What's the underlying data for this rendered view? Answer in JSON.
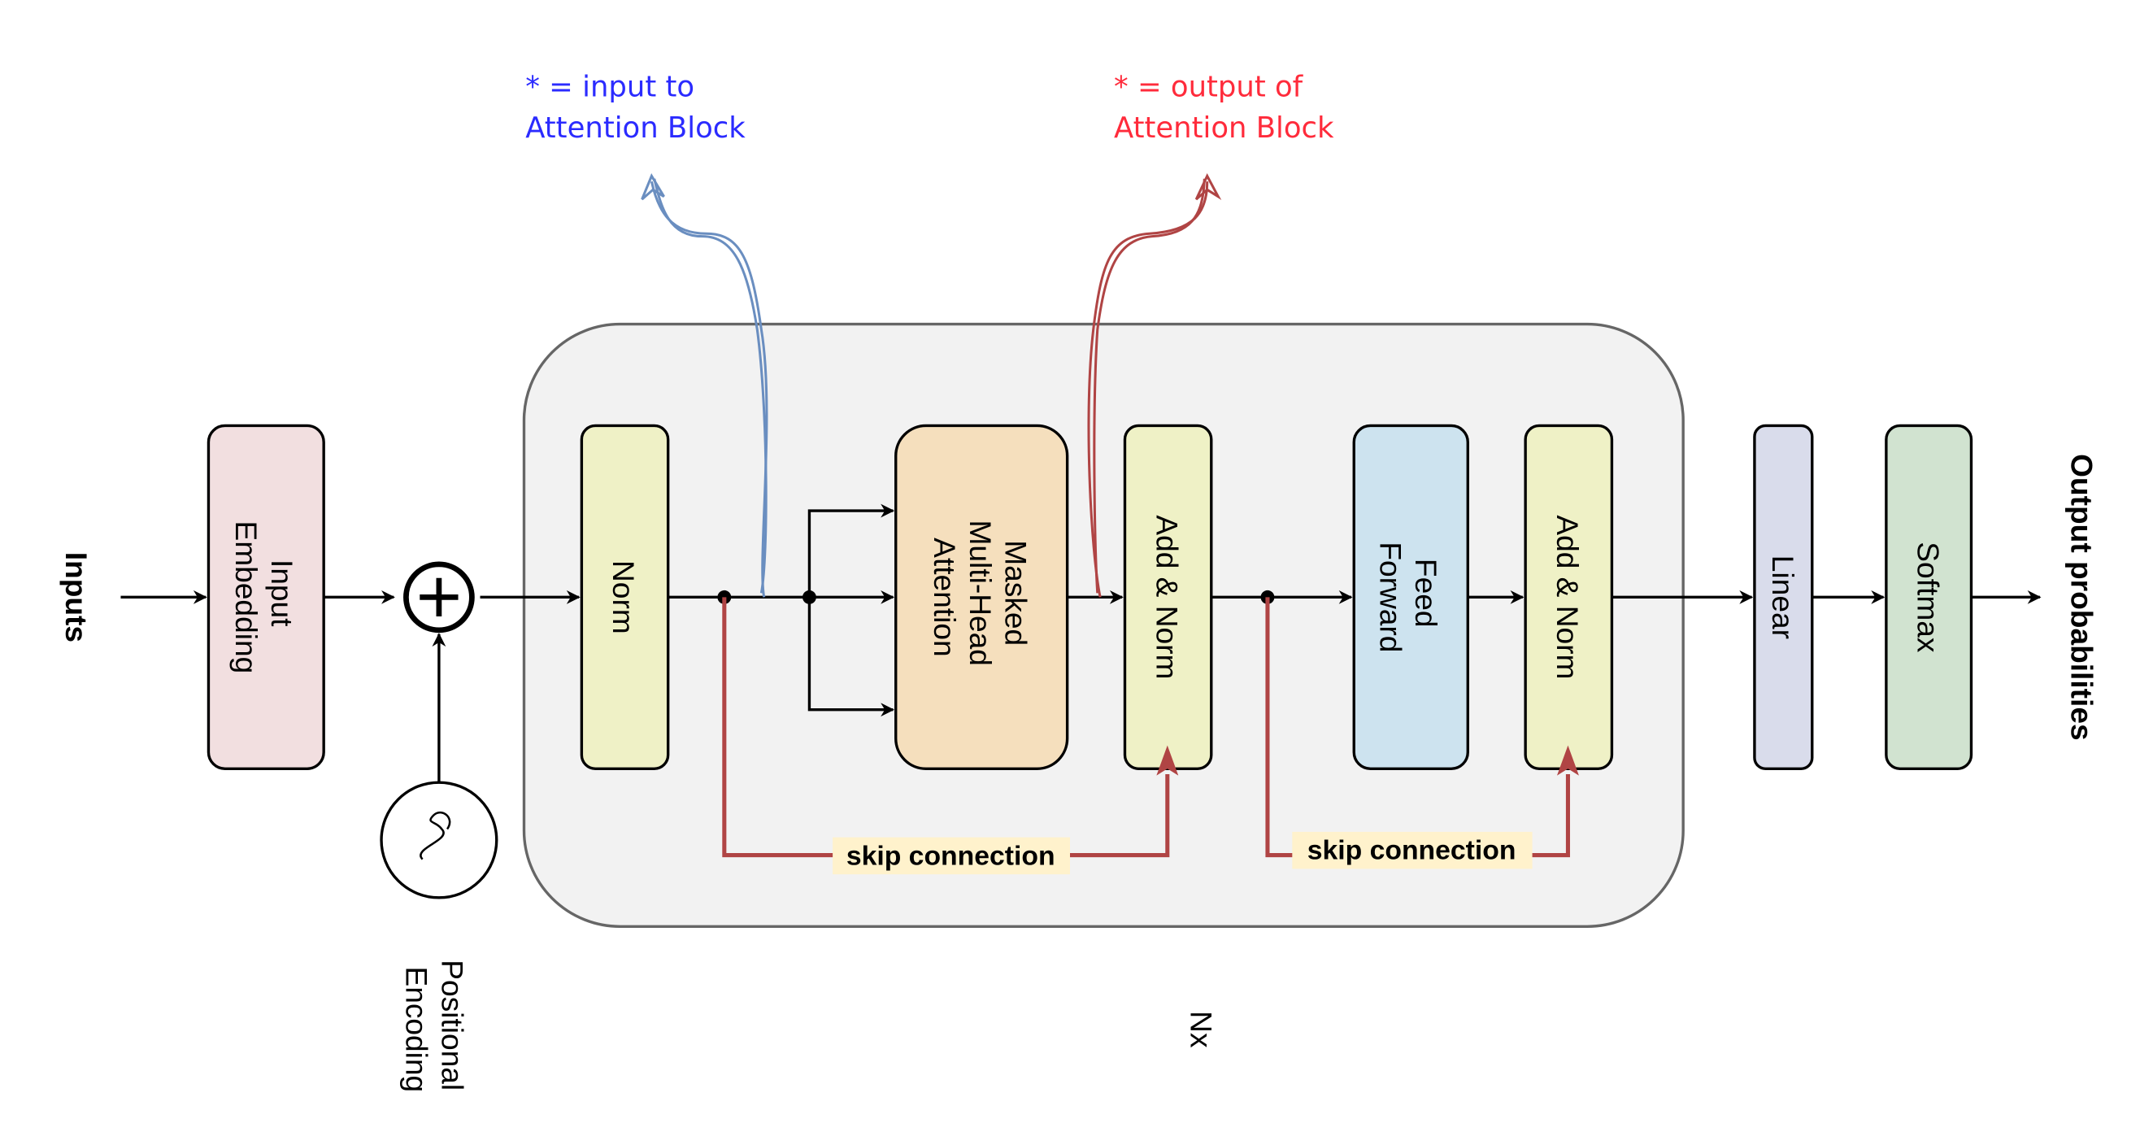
{
  "labels": {
    "inputs": "Inputs",
    "input_embedding": [
      "Input",
      "Embedding"
    ],
    "positional_encoding": [
      "Positional",
      "Encoding"
    ],
    "norm": "Norm",
    "attention": [
      "Masked",
      "Multi-Head",
      "Attention"
    ],
    "add_norm_1": "Add & Norm",
    "feed_forward": [
      "Feed",
      "Forward"
    ],
    "add_norm_2": "Add & Norm",
    "linear": "Linear",
    "softmax": "Softmax",
    "output": "Output probabilities",
    "nx": "Nx",
    "skip_1": "skip connection",
    "skip_2": "skip connection"
  },
  "annotations": {
    "input": [
      "* = input to",
      "Attention Block"
    ],
    "output": [
      "* = output of",
      "Attention Block"
    ]
  },
  "colors": {
    "embedding": "#f2dfe0",
    "norm": "#eff1c6",
    "attention": "#f5dfbd",
    "feed_forward": "#cde3ef",
    "linear": "#d9dceb",
    "softmax": "#d1e3d0",
    "container": "#f2f2f2",
    "skip": "#b04444",
    "skip_label_bg": "#fff2cc",
    "annotation_input": "#2b2bff",
    "annotation_output": "#ff2b3b",
    "curve_input": "#6a8ec0",
    "curve_output": "#b04444"
  }
}
